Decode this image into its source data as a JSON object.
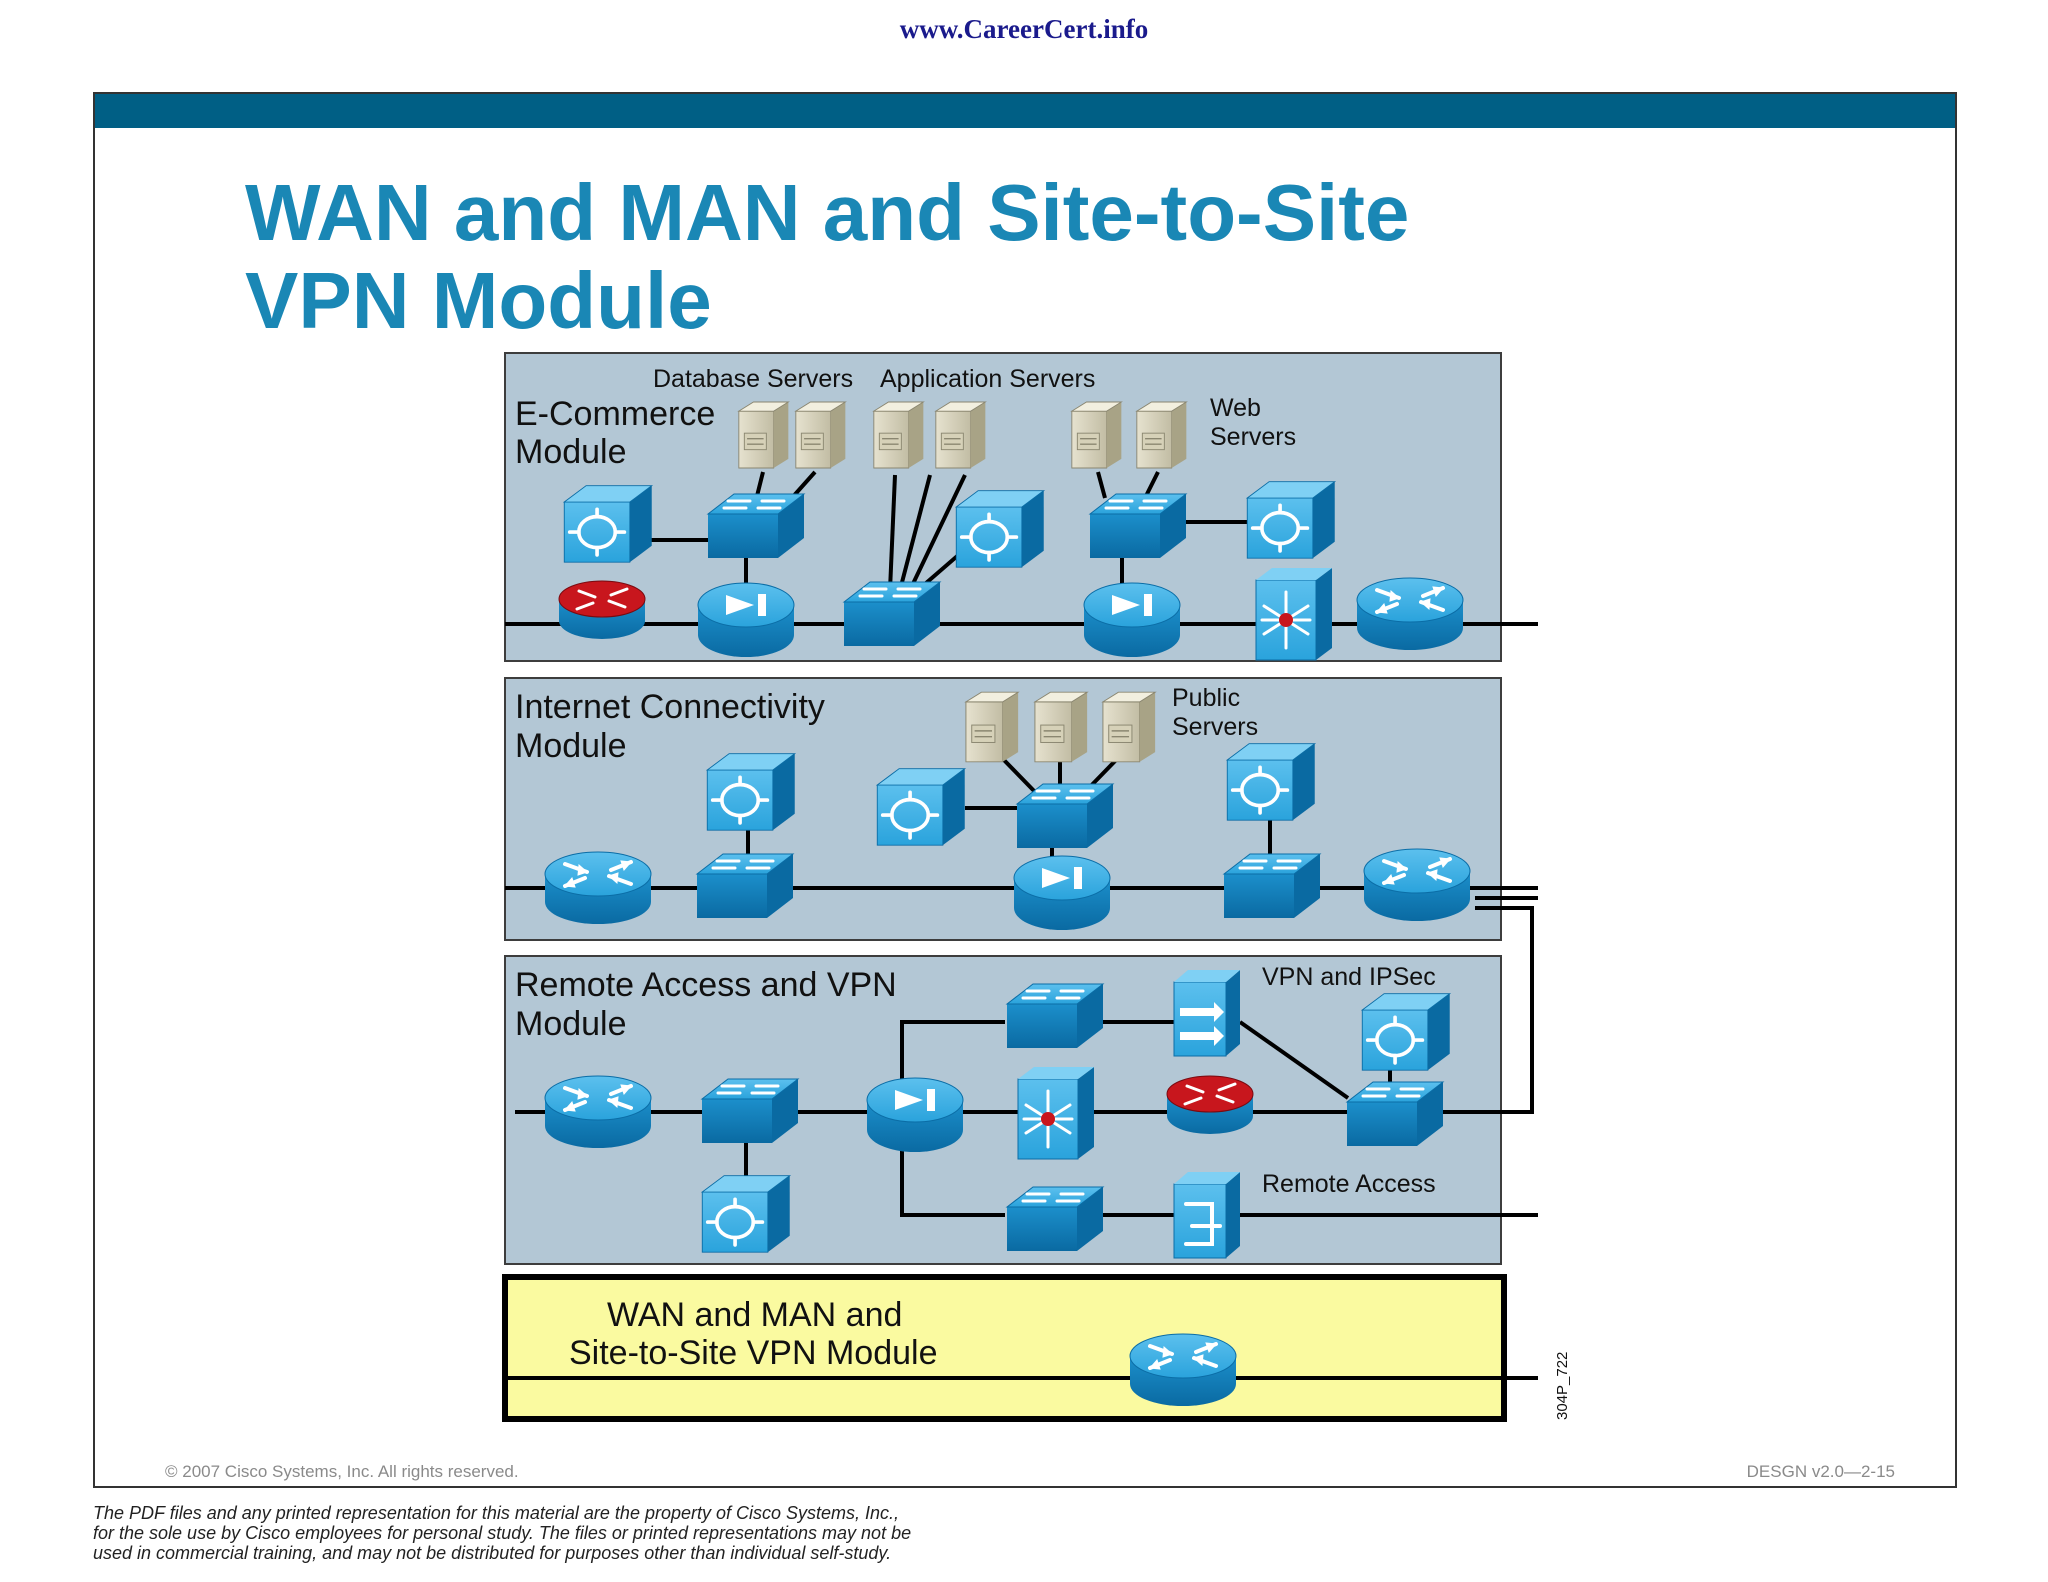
{
  "header": {
    "url": "www.CareerCert.info"
  },
  "slide": {
    "title_line1": "WAN and MAN and Site-to-Site",
    "title_line2": "VPN Module",
    "copyright": "© 2007 Cisco Systems, Inc. All rights reserved.",
    "course_code": "DESGN v2.0—2-15"
  },
  "diagram": {
    "figure_id": "304P_722",
    "modules": {
      "ecommerce": {
        "title_line1": "E-Commerce",
        "title_line2": "Module",
        "db_servers_label": "Database Servers",
        "app_servers_label": "Application Servers",
        "web_servers_line1": "Web",
        "web_servers_line2": "Servers"
      },
      "internet": {
        "title_line1": "Internet Connectivity",
        "title_line2": "Module",
        "public_servers_line1": "Public",
        "public_servers_line2": "Servers"
      },
      "remote": {
        "title_line1": "Remote Access and VPN",
        "title_line2": "Module",
        "vpn_ipsec_label": "VPN and IPSec",
        "remote_access_label": "Remote Access"
      },
      "wan": {
        "title_line1": "WAN and MAN and",
        "title_line2": "Site-to-Site VPN Module"
      }
    },
    "colors": {
      "module_fill": "#b3c7d5",
      "wan_fill": "#fafaa0",
      "device": "#1c9ad6",
      "router_red": "#c8161d"
    }
  },
  "disclaimer": {
    "line1": "The PDF files and any printed representation for this material are the property of Cisco Systems, Inc.,",
    "line2": "for the sole use by Cisco employees for personal study. The files or printed representations may not be",
    "line3": "used in commercial training, and may not be distributed for purposes other than individual self-study."
  }
}
